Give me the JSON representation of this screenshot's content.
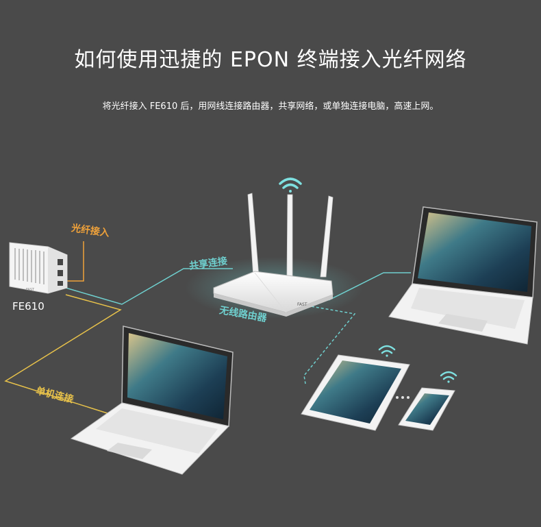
{
  "header": {
    "title": "如何使用迅捷的 EPON 终端接入光纤网络",
    "subtitle": "将光纤接入 FE610 后，用网线连接路由器，共享网络，或单独连接电脑，高速上网。"
  },
  "diagram": {
    "device_label": "FE610",
    "fiber_label": "光纤接入",
    "share_label": "共享连接",
    "router_label": "无线路由器",
    "single_label": "单机连接",
    "router_brand": "FAST",
    "device_brand": "FAST"
  },
  "colors": {
    "background": "#4a4a4a",
    "fiber_line": "#f0a23a",
    "share_line": "#6fd0cf",
    "single_line": "#e8c24a",
    "wifi": "#7ee0e0"
  },
  "icons": [
    "wifi-icon",
    "router-icon",
    "onu-device-icon",
    "laptop-icon",
    "tablet-icon",
    "phone-icon"
  ]
}
